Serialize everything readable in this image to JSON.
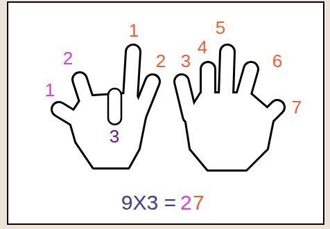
{
  "diagram": {
    "labels": [
      "1",
      "2",
      "3",
      "1",
      "2",
      "3",
      "4",
      "5",
      "6",
      "7",
      "9X3 =",
      "2",
      "7"
    ]
  }
}
